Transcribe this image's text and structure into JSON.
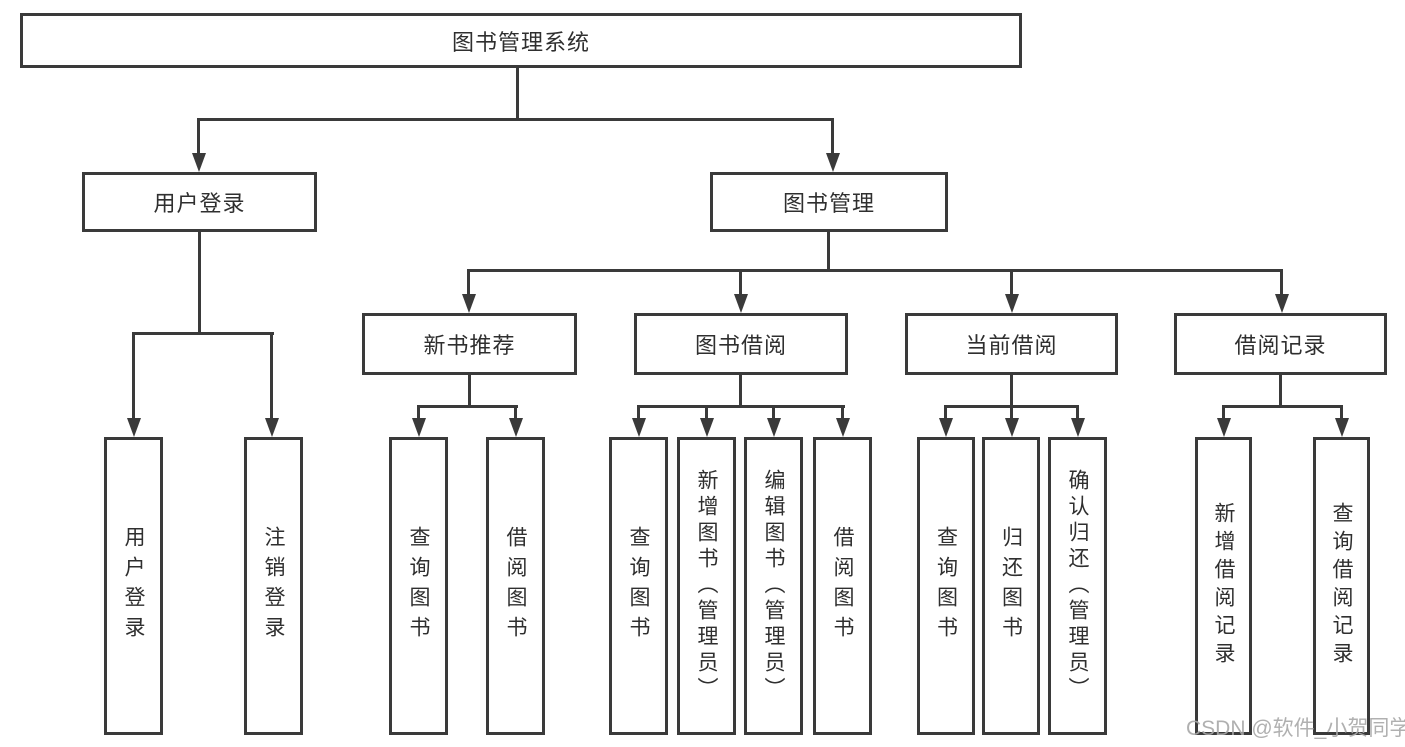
{
  "watermark": "CSDN @软件_小贺同学",
  "colors": {
    "line": "#3a3a3a",
    "text": "#2f2f2f",
    "watermark": "#a8a8a8",
    "background": "#ffffff"
  },
  "tree": {
    "label": "图书管理系统",
    "children": [
      {
        "label": "用户登录",
        "children": [
          {
            "label": "用户登录"
          },
          {
            "label": "注销登录"
          }
        ]
      },
      {
        "label": "图书管理",
        "children": [
          {
            "label": "新书推荐",
            "children": [
              {
                "label": "查询图书"
              },
              {
                "label": "借阅图书"
              }
            ]
          },
          {
            "label": "图书借阅",
            "children": [
              {
                "label": "查询图书"
              },
              {
                "label": "新增图书（管理员）"
              },
              {
                "label": "编辑图书（管理员）"
              },
              {
                "label": "借阅图书"
              }
            ]
          },
          {
            "label": "当前借阅",
            "children": [
              {
                "label": "查询图书"
              },
              {
                "label": "归还图书"
              },
              {
                "label": "确认归还（管理员）"
              }
            ]
          },
          {
            "label": "借阅记录",
            "children": [
              {
                "label": "新增借阅记录"
              },
              {
                "label": "查询借阅记录"
              }
            ]
          }
        ]
      }
    ]
  }
}
